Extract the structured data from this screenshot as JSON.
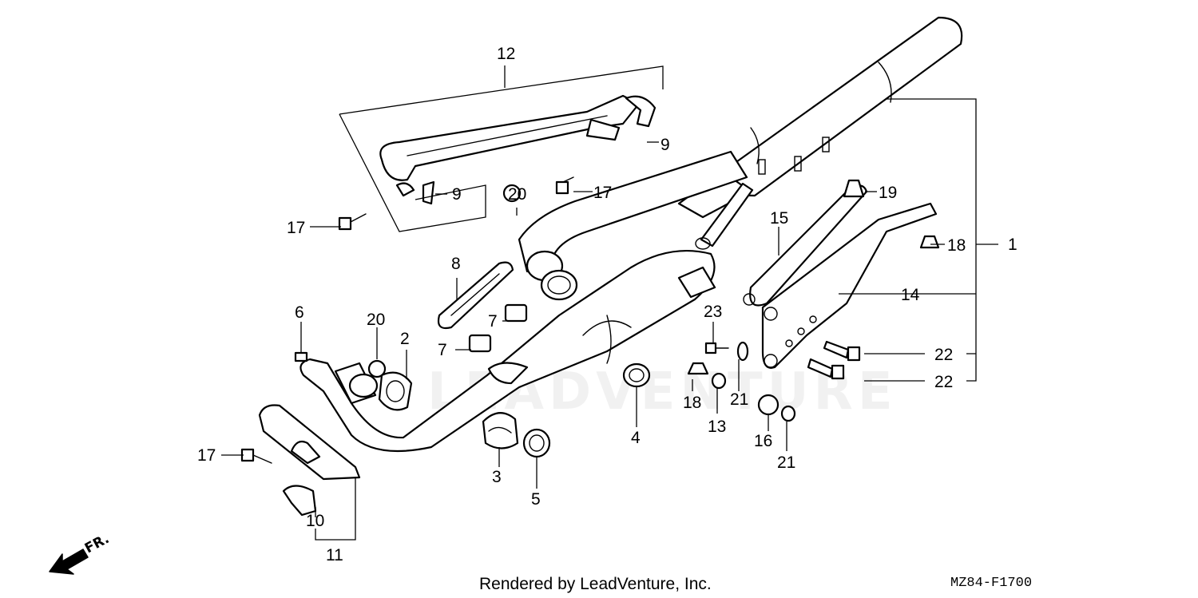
{
  "watermark": "LEADVENTURE",
  "callouts": {
    "c1": "1",
    "c2": "2",
    "c3": "3",
    "c4": "4",
    "c5": "5",
    "c6": "6",
    "c7a": "7",
    "c7b": "7",
    "c8": "8",
    "c9a": "9",
    "c9b": "9",
    "c10": "10",
    "c11": "11",
    "c12": "12",
    "c13": "13",
    "c14": "14",
    "c15": "15",
    "c16": "16",
    "c17a": "17",
    "c17b": "17",
    "c17c": "17",
    "c18a": "18",
    "c18b": "18",
    "c19": "19",
    "c20a": "20",
    "c20b": "20",
    "c21a": "21",
    "c21b": "21",
    "c22a": "22",
    "c22b": "22",
    "c23": "23"
  },
  "footer": {
    "rendered_by": "Rendered by LeadVenture, Inc.",
    "diagram_code": "MZ84-F1700"
  },
  "direction": {
    "label": "FR."
  },
  "icons": {
    "direction_arrow": "front-arrow-icon"
  }
}
